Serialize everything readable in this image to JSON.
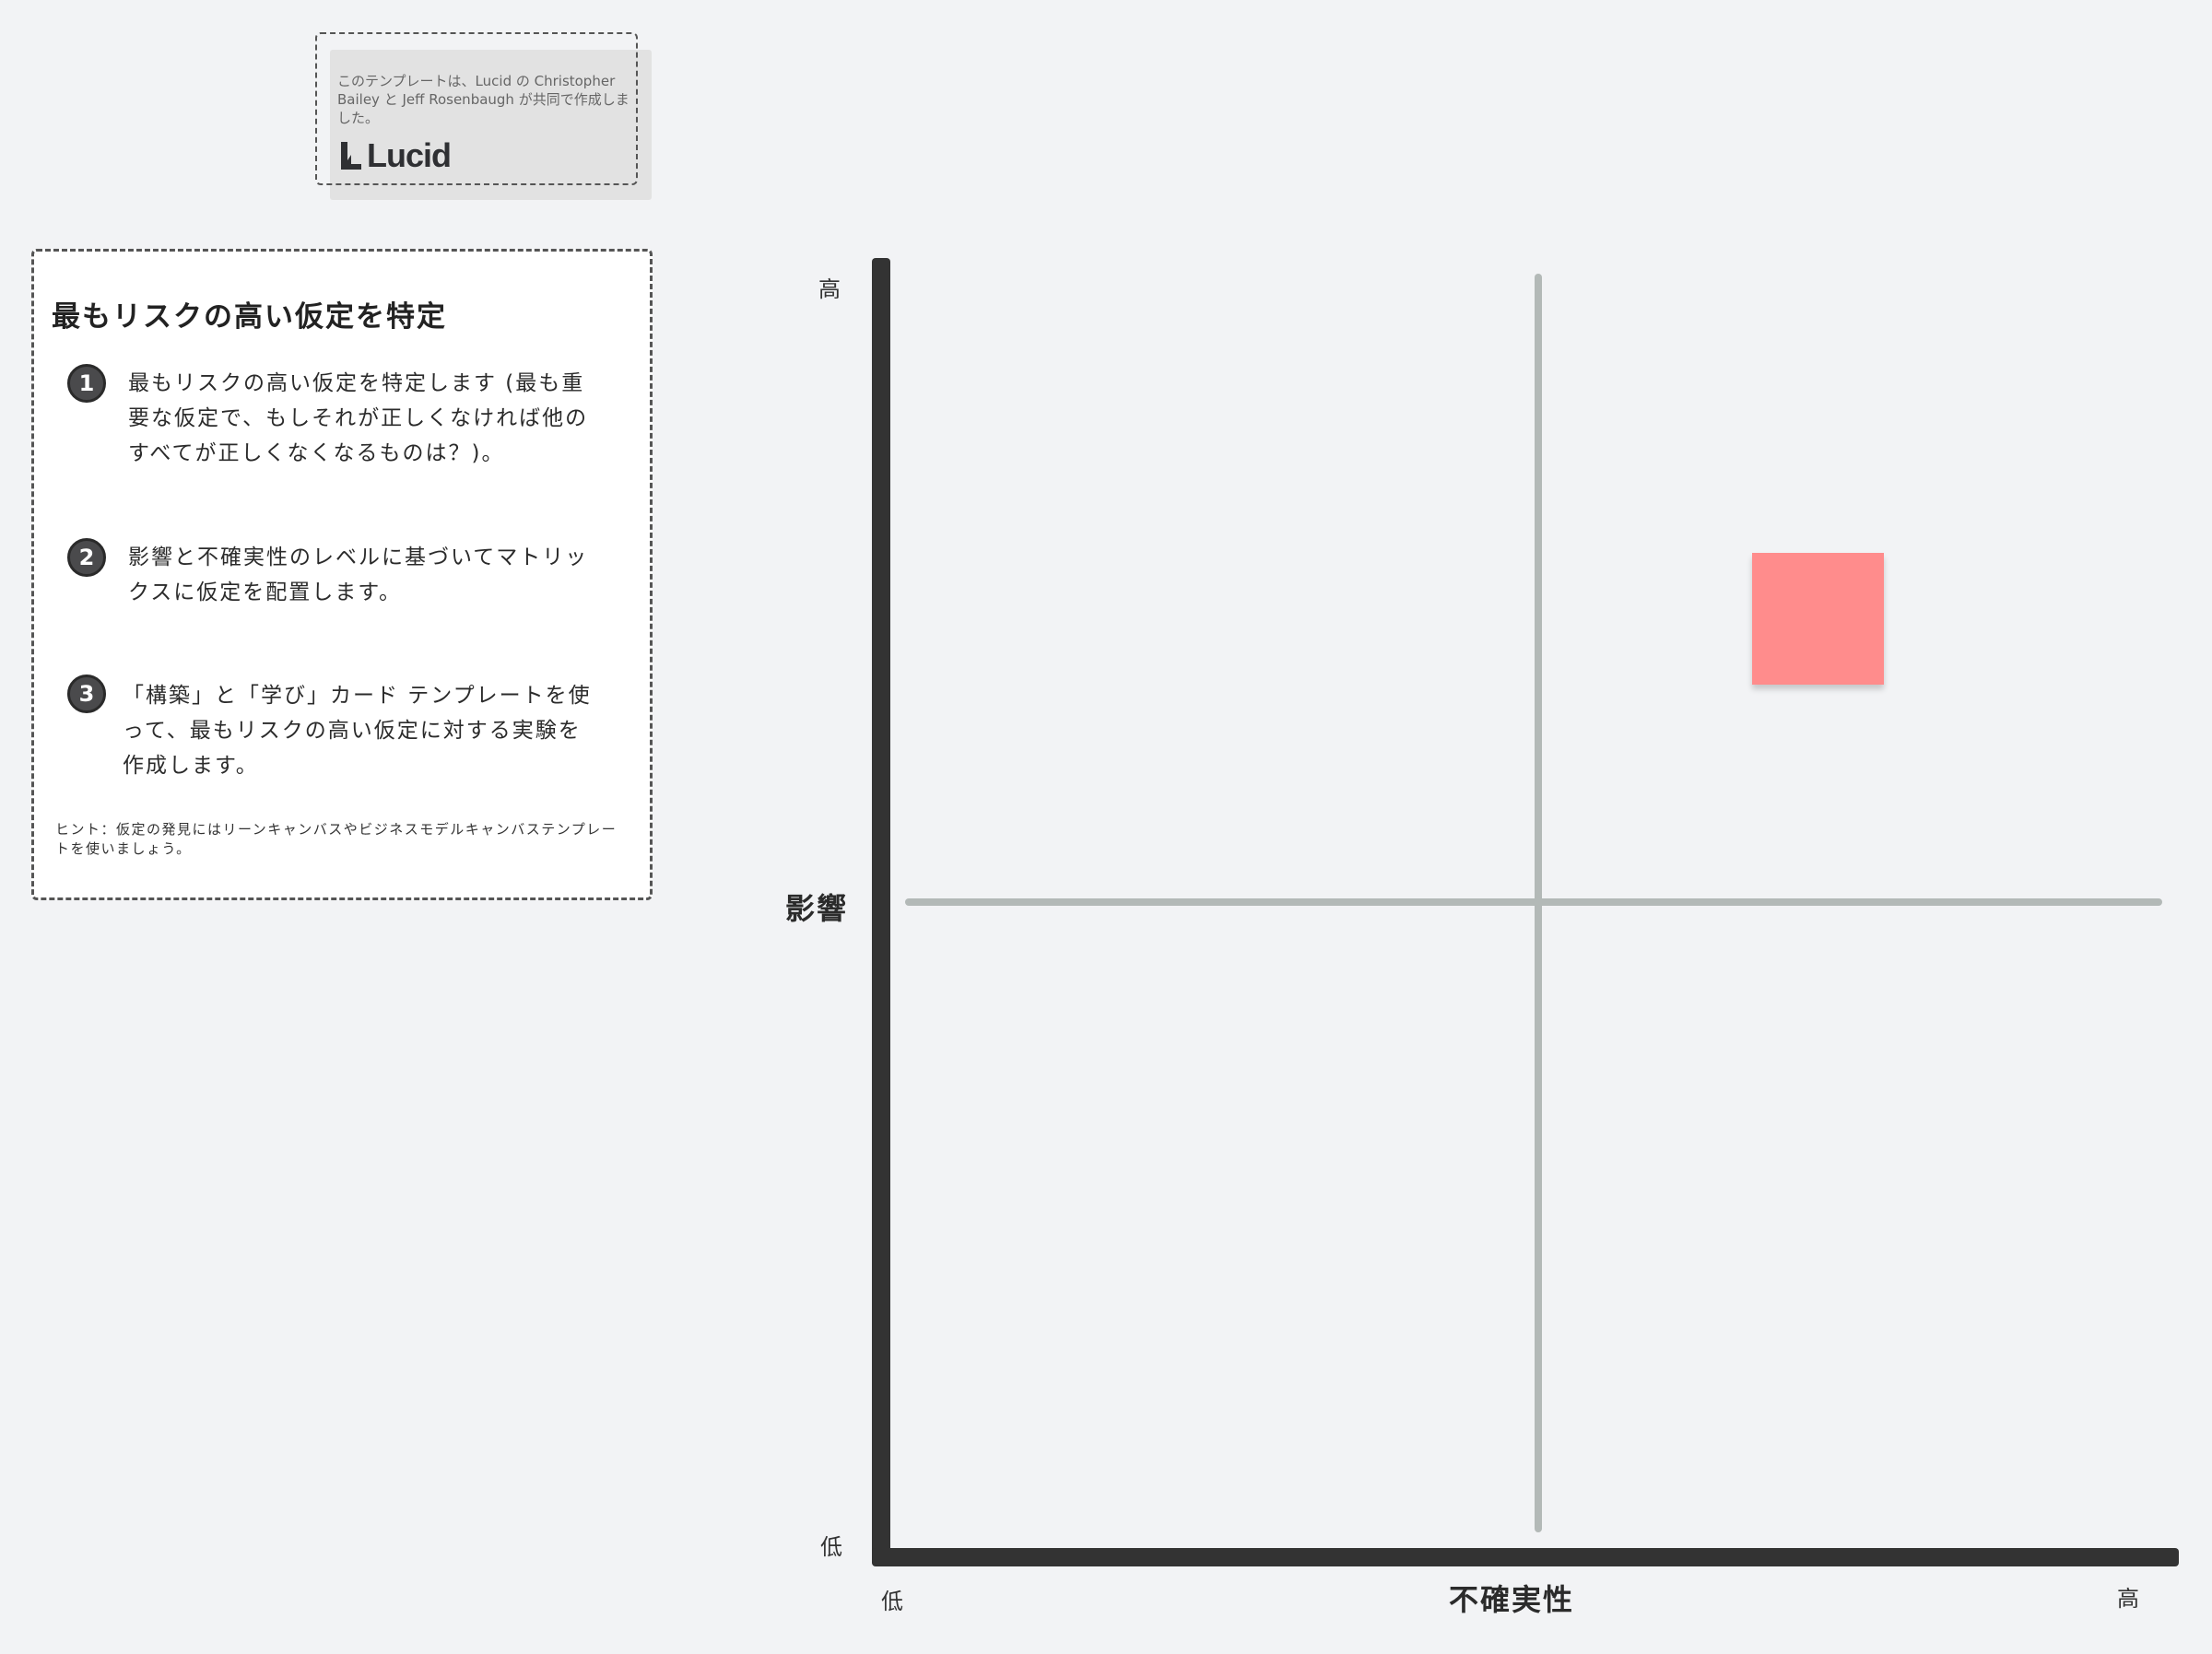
{
  "credit": {
    "text": "このテンプレートは、Lucid の Christopher Bailey と Jeff Rosenbaugh が共同で作成しました。",
    "logo_text": "Lucid"
  },
  "instructions": {
    "title": "最もリスクの高い仮定を特定",
    "steps": [
      {
        "number": "1",
        "text": "最もリスクの高い仮定を特定します (最も重要な仮定で、もしそれが正しくなければ他のすべてが正しくなくなるものは？)。"
      },
      {
        "number": "2",
        "text": "影響と不確実性のレベルに基づいてマトリックスに仮定を配置します。"
      },
      {
        "number": "3",
        "text": "「構築」と「学び」カード テンプレートを使って、最もリスクの高い仮定に対する実験を作成します。"
      }
    ],
    "hint": "ヒント：仮定の発見にはリーンキャンバスやビジネスモデルキャンバステンプレートを使いましょう。"
  },
  "matrix": {
    "y_axis": {
      "title": "影響",
      "high": "高",
      "low": "低"
    },
    "x_axis": {
      "title": "不確実性",
      "low": "低",
      "high": "高"
    },
    "sticky_note": {
      "color": "#ff8c8c",
      "text": ""
    }
  },
  "colors": {
    "background": "#f2f3f5",
    "axis": "#333333",
    "gridline": "#b3b9b7",
    "sticky": "#ff8c8c"
  }
}
